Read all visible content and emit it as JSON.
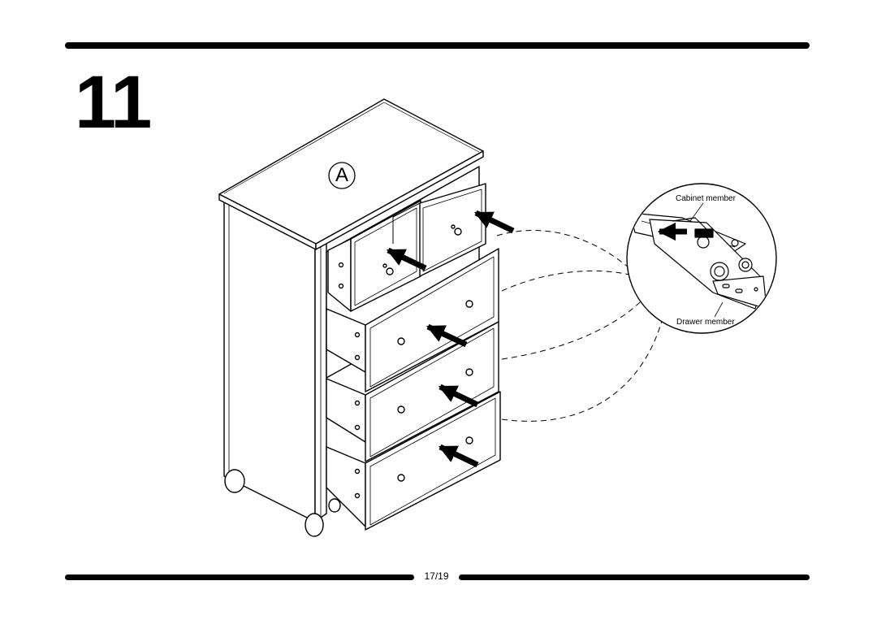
{
  "step": {
    "number": "11"
  },
  "part_label": "A",
  "callout": {
    "cabinet_member_label": "Cabinet member",
    "drawer_member_label": "Drawer member"
  },
  "footer": {
    "page": "17/19"
  },
  "colors": {
    "ink": "#000000",
    "paper": "#ffffff"
  }
}
